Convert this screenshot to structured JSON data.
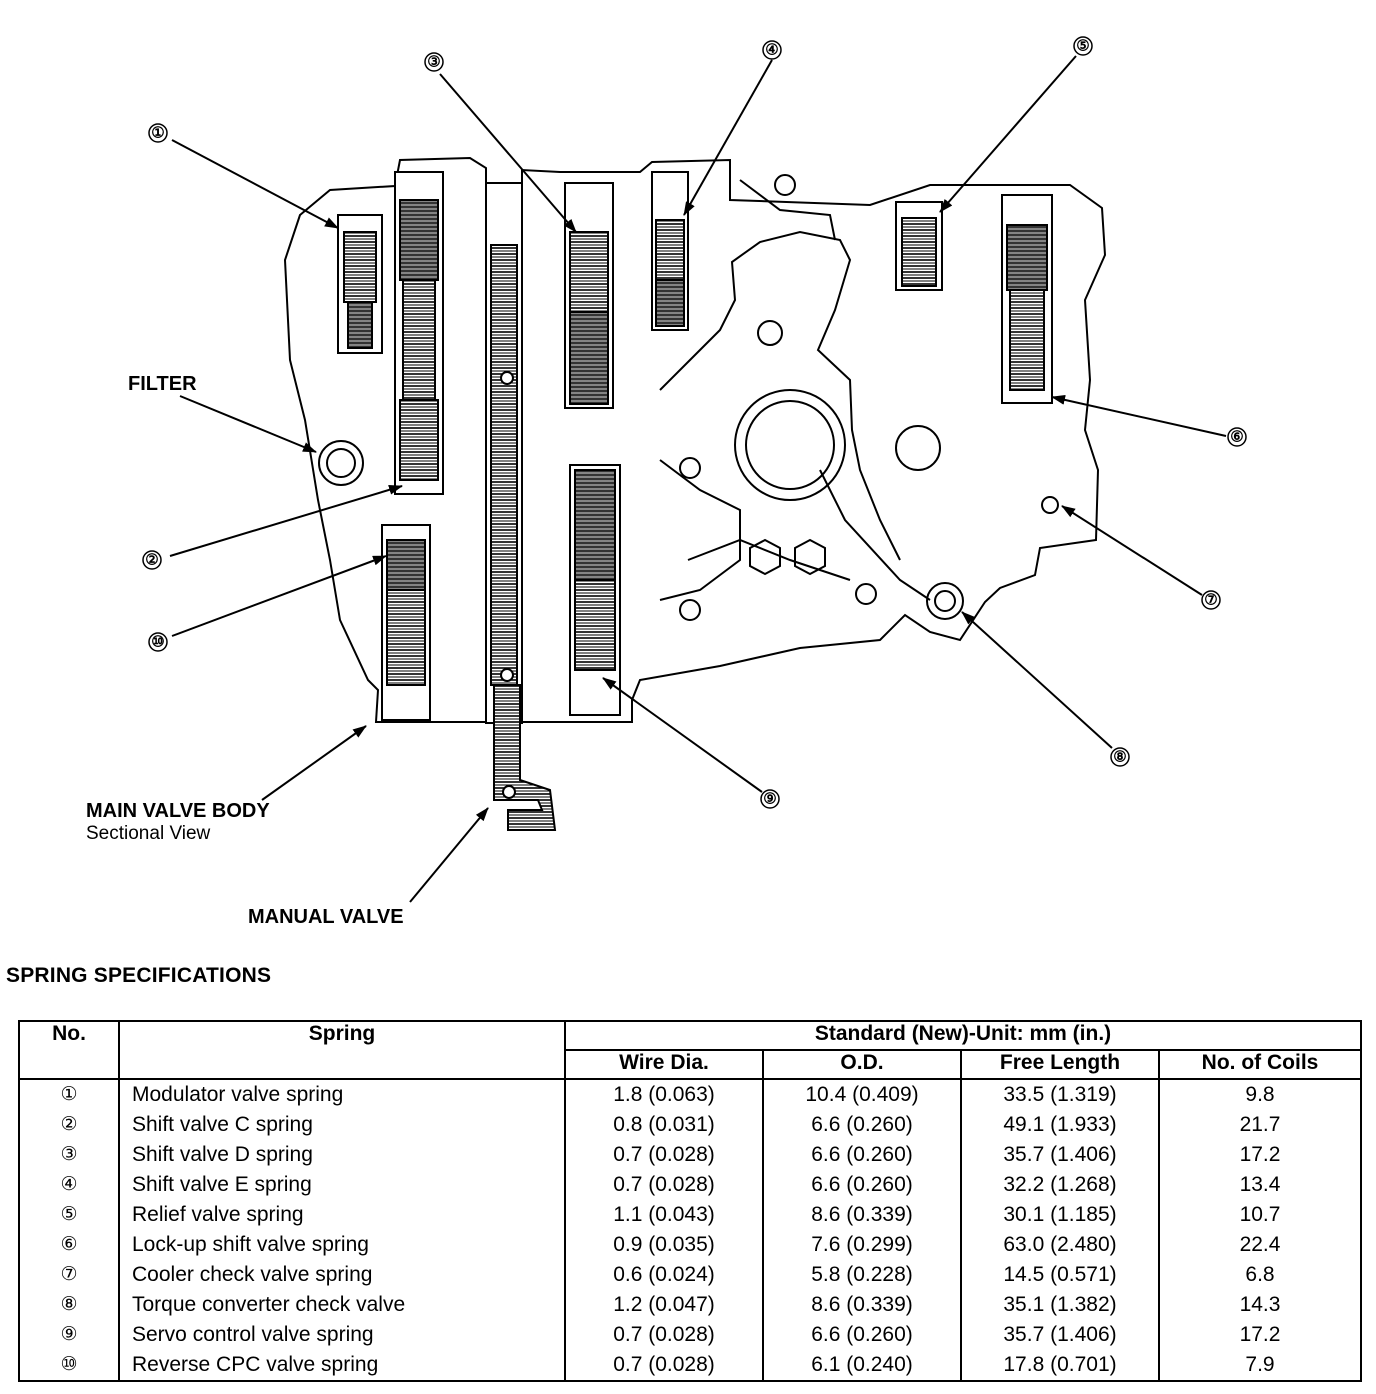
{
  "diagram": {
    "callouts": [
      "①",
      "②",
      "③",
      "④",
      "⑤",
      "⑥",
      "⑦",
      "⑧",
      "⑨",
      "⑩"
    ],
    "labels": {
      "filter": "FILTER",
      "main_valve_body": "MAIN VALVE BODY",
      "sectional_view": "Sectional View",
      "manual_valve": "MANUAL VALVE"
    }
  },
  "section_title": "SPRING SPECIFICATIONS",
  "table": {
    "headers": {
      "no": "No.",
      "spring": "Spring",
      "standard": "Standard (New)-Unit: mm (in.)",
      "wire_dia": "Wire Dia.",
      "od": "O.D.",
      "free_length": "Free Length",
      "coils": "No. of Coils"
    },
    "rows": [
      {
        "no": "①",
        "spring": "Modulator valve spring",
        "wire": "1.8 (0.063)",
        "od": "10.4 (0.409)",
        "length": "33.5 (1.319)",
        "coils": "9.8"
      },
      {
        "no": "②",
        "spring": "Shift valve C spring",
        "wire": "0.8 (0.031)",
        "od": "6.6 (0.260)",
        "length": "49.1 (1.933)",
        "coils": "21.7"
      },
      {
        "no": "③",
        "spring": "Shift valve D spring",
        "wire": "0.7 (0.028)",
        "od": "6.6 (0.260)",
        "length": "35.7 (1.406)",
        "coils": "17.2"
      },
      {
        "no": "④",
        "spring": "Shift valve E spring",
        "wire": "0.7 (0.028)",
        "od": "6.6 (0.260)",
        "length": "32.2 (1.268)",
        "coils": "13.4"
      },
      {
        "no": "⑤",
        "spring": "Relief valve spring",
        "wire": "1.1 (0.043)",
        "od": "8.6 (0.339)",
        "length": "30.1 (1.185)",
        "coils": "10.7"
      },
      {
        "no": "⑥",
        "spring": "Lock-up shift valve spring",
        "wire": "0.9 (0.035)",
        "od": "7.6 (0.299)",
        "length": "63.0 (2.480)",
        "coils": "22.4"
      },
      {
        "no": "⑦",
        "spring": "Cooler check valve spring",
        "wire": "0.6 (0.024)",
        "od": "5.8 (0.228)",
        "length": "14.5 (0.571)",
        "coils": "6.8"
      },
      {
        "no": "⑧",
        "spring": "Torque converter check valve",
        "wire": "1.2 (0.047)",
        "od": "8.6 (0.339)",
        "length": "35.1 (1.382)",
        "coils": "14.3"
      },
      {
        "no": "⑨",
        "spring": "Servo control valve spring",
        "wire": "0.7 (0.028)",
        "od": "6.6 (0.260)",
        "length": "35.7 (1.406)",
        "coils": "17.2"
      },
      {
        "no": "⑩",
        "spring": "Reverse CPC valve spring",
        "wire": "0.7 (0.028)",
        "od": "6.1 (0.240)",
        "length": "17.8 (0.701)",
        "coils": "7.9"
      }
    ]
  }
}
